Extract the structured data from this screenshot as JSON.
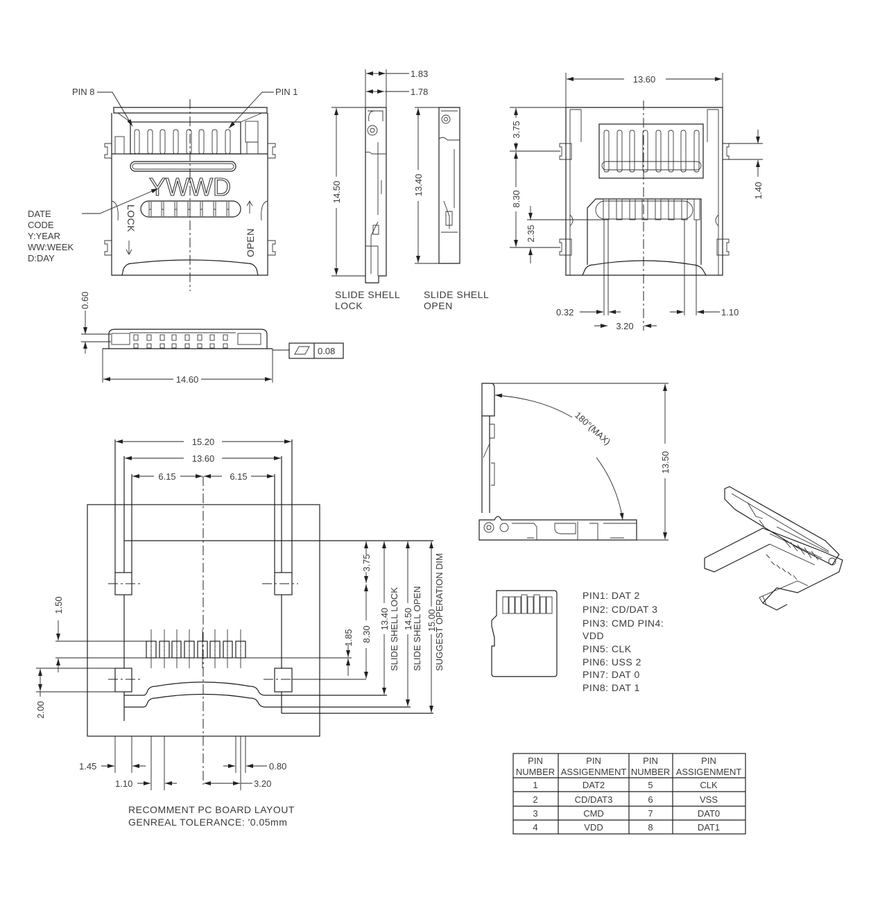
{
  "front_view": {
    "pin8_label": "PIN 8",
    "pin1_label": "PIN 1",
    "date_code_mark": "YWWD",
    "date_legend": [
      "DATE",
      "CODE",
      "Y:YEAR",
      "WW:WEEK",
      "D:DAY"
    ],
    "lock_label": "LOCK",
    "open_label": "OPEN"
  },
  "side_view": {
    "height_dim": "0.60",
    "width_dim": "14.60",
    "flatness_value": "0.08"
  },
  "slide_shell_views": {
    "dim_top_1": "1.83",
    "dim_top_2": "1.78",
    "lock_height_dim": "14.50",
    "open_height_dim": "13.40",
    "lock_caption": [
      "SLIDE  SHELL",
      "LOCK"
    ],
    "open_caption": [
      "SLIDE  SHELL",
      "OPEN"
    ]
  },
  "top_view": {
    "width_dim": "13.60",
    "dim_3_75": "3.75",
    "dim_8_30": "8.30",
    "dim_2_35": "2.35",
    "dim_1_40": "1.40",
    "dim_0_32": "0.32",
    "dim_3_20": "3.20",
    "dim_1_10": "1.10"
  },
  "hinge_view": {
    "angle_label": "180°(MAX)",
    "height_dim": "13.50"
  },
  "pin_list": [
    "PIN1:  DAT  2",
    "PIN2:  CD/DAT  3",
    "PIN3:  CMD  PIN4:",
    "VDD",
    "PIN5:  CLK",
    "PIN6:  USS  2",
    "PIN7:  DAT  0",
    "PIN8:  DAT  1"
  ],
  "pcb_layout": {
    "dim_15_20": "15.20",
    "dim_13_60": "13.60",
    "dim_6_15_left": "6.15",
    "dim_6_15_right": "6.15",
    "dim_3_75": "3.75",
    "dim_8_30": "8.30",
    "dim_1_85": "1.85",
    "dim_13_40": "13.40",
    "dim_13_40_note": "SLIDE SHELL LOCK",
    "dim_14_50": "14.50",
    "dim_14_50_note": "SLIDE SHELL OPEN",
    "dim_15_00": "15.00",
    "dim_15_00_note": "SUGGEST OPERATION DIM",
    "dim_1_50": "1.50",
    "dim_2_00": "2.00",
    "dim_1_45": "1.45",
    "dim_0_80": "0.80",
    "dim_1_10": "1.10",
    "dim_3_20": "3.20",
    "caption": [
      "RECOMMENT  PC  BOARD  LAYOUT",
      "GENREAL  TOLERANCE:  '0.05mm"
    ]
  },
  "pin_table": {
    "headers": [
      [
        "PIN",
        "NUMBER"
      ],
      [
        "PIN",
        "ASSIGENMENT"
      ],
      [
        "PIN",
        "NUMBER"
      ],
      [
        "PIN",
        "ASSIGENMENT"
      ]
    ],
    "rows": [
      [
        "1",
        "DAT2",
        "5",
        "CLK"
      ],
      [
        "2",
        "CD/DAT3",
        "6",
        "VSS"
      ],
      [
        "3",
        "CMD",
        "7",
        "DAT0"
      ],
      [
        "4",
        "VDD",
        "8",
        "DAT1"
      ]
    ]
  }
}
